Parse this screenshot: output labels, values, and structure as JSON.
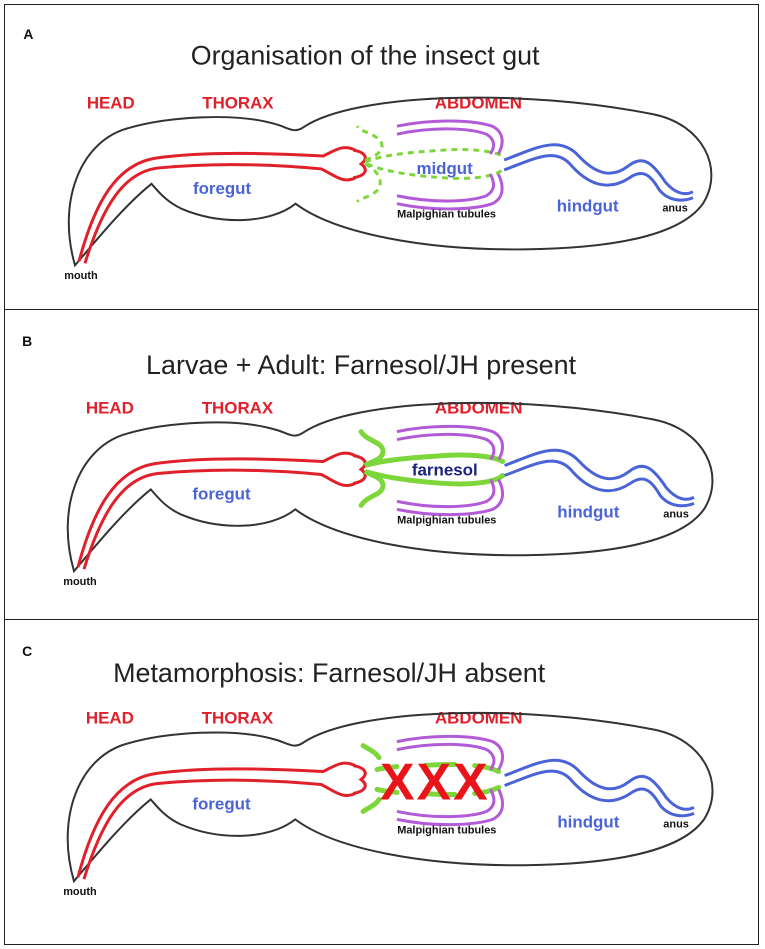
{
  "panels": [
    {
      "letter": "A",
      "title": "Organisation of the insect gut",
      "labels": {
        "head": "HEAD",
        "thorax": "THORAX",
        "abdomen": "ABDOMEN",
        "foregut": "foregut",
        "midgut": "midgut",
        "hindgut": "hindgut",
        "malpighian": "Malpighian tubules",
        "mouth": "mouth",
        "anus": "anus"
      },
      "midgut_style": "dashed",
      "overlay": ""
    },
    {
      "letter": "B",
      "title": "Larvae + Adult: Farnesol/JH present",
      "labels": {
        "head": "HEAD",
        "thorax": "THORAX",
        "abdomen": "ABDOMEN",
        "foregut": "foregut",
        "midgut": "farnesol",
        "hindgut": "hindgut",
        "malpighian": "Malpighian tubules",
        "mouth": "mouth",
        "anus": "anus"
      },
      "midgut_style": "solid",
      "overlay": ""
    },
    {
      "letter": "C",
      "title": "Metamorphosis:  Farnesol/JH absent",
      "labels": {
        "head": "HEAD",
        "thorax": "THORAX",
        "abdomen": "ABDOMEN",
        "foregut": "foregut",
        "midgut": "",
        "hindgut": "hindgut",
        "malpighian": "Malpighian tubules",
        "mouth": "mouth",
        "anus": "anus"
      },
      "midgut_style": "broken",
      "overlay": "XXX"
    }
  ],
  "colors": {
    "border": "#222222",
    "body_outline": "#333333",
    "foregut": "#e0202a",
    "midgut": "#7dd63a",
    "malpighian": "#b35ad8",
    "hindgut": "#4a64d8",
    "region_label": "#e0202a",
    "organ_label": "#4a64d8",
    "farnesol_label": "#1a237e",
    "overlay": "#e8141a"
  }
}
